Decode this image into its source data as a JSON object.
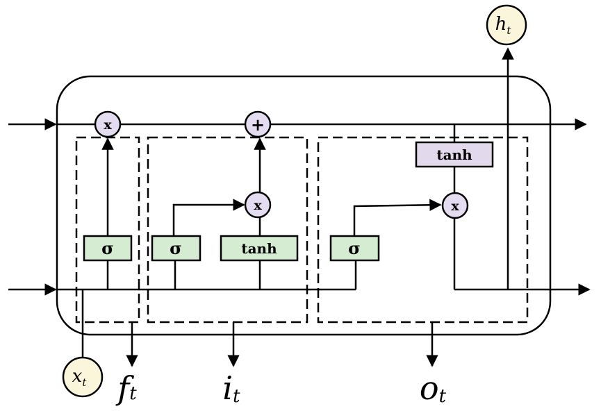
{
  "diagram": {
    "colors": {
      "stroke": "#000000",
      "sigma_fill": "#d6ecd2",
      "tanh_fill": "#e3d9ec",
      "op_fill": "#e4dcf0",
      "io_fill": "#fbf5dc"
    },
    "operators": {
      "forget_multiply": "x",
      "cell_add": "+",
      "input_multiply": "x",
      "output_multiply": "x"
    },
    "activations": {
      "forget_sigma": "σ",
      "input_sigma": "σ",
      "input_tanh": "tanh",
      "output_sigma": "σ",
      "cell_tanh": "tanh"
    },
    "io": {
      "input": {
        "base": "x",
        "sub": "t"
      },
      "hidden": {
        "base": "h",
        "sub": "t"
      }
    },
    "gates": {
      "forget": {
        "base": "f",
        "sub": "t"
      },
      "input": {
        "base": "i",
        "sub": "t"
      },
      "output": {
        "base": "o",
        "sub": "t"
      }
    }
  }
}
